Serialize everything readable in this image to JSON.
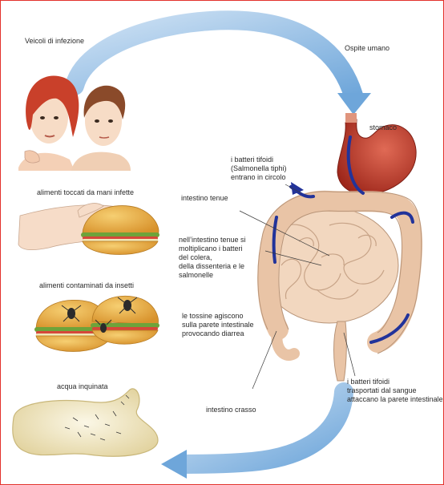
{
  "labels": {
    "veicoli": "Veicoli di infezione",
    "ospite": "Ospite umano",
    "stomaco": "stomaco",
    "alimenti_mani": "alimenti toccati da mani infette",
    "alimenti_insetti": "alimenti contaminati da insetti",
    "acqua": "acqua inquinata",
    "intestino_tenue": "intestino tenue",
    "intestino_crasso": "intestino crasso",
    "tifoidi_circolo": [
      "i batteri tifoidi",
      "(Salmonella tiphi)",
      "entrano in circolo"
    ],
    "moltiplicano": [
      "nell’intestino tenue si",
      "moltiplicano i batteri",
      "del colera,",
      " della dissenteria e le",
      "salmonelle"
    ],
    "tossine": [
      "le tossine agiscono",
      "sulla parete intestinale",
      "provocando diarrea"
    ],
    "tifoidi_sangue": [
      "i batteri tifoidi",
      "trasportati dal sangue",
      "attaccano la parete intestinale"
    ]
  },
  "colors": {
    "frame": "#e3322b",
    "cycle_arrow": "#7fb0de",
    "bacteria_path": "#22339a",
    "stomach": "#b7332a",
    "intestine": "#f2d7bf",
    "food_bun": "#e7a93d",
    "skin": "#f7dcc6",
    "hair_red": "#c9402a",
    "hair_brown": "#8a4a2a",
    "water": "#e8dcb2"
  },
  "icons": [
    "face-icon",
    "hand-icon",
    "sandwich-icon",
    "fly-icon",
    "water-puddle-icon"
  ]
}
